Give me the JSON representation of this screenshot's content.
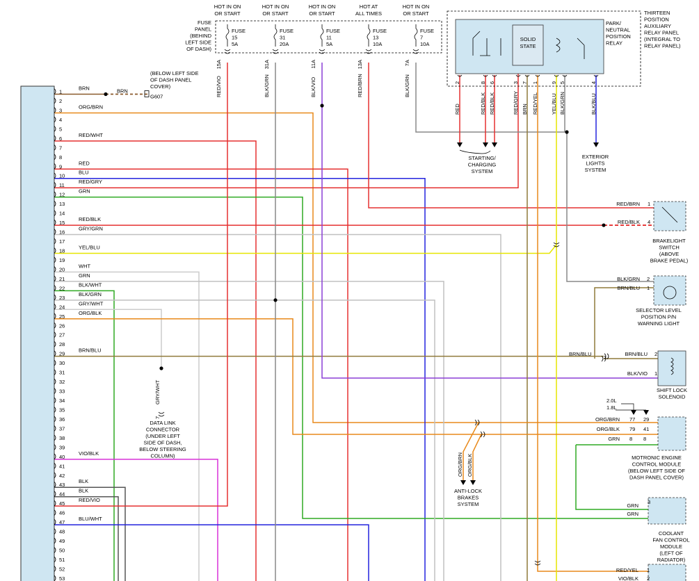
{
  "header": {
    "fuses": [
      {
        "hot": [
          "HOT IN ON",
          "OR START"
        ],
        "fuse": [
          "FUSE",
          "15",
          "5A"
        ],
        "wire": "RED/VIO",
        "pin": "15A"
      },
      {
        "hot": [
          "HOT IN ON",
          "OR START"
        ],
        "fuse": [
          "FUSE",
          "31",
          "20A"
        ],
        "wire": "BLK/GRN",
        "pin": "31A"
      },
      {
        "hot": [
          "HOT IN ON",
          "OR START"
        ],
        "fuse": [
          "FUSE",
          "11",
          "5A"
        ],
        "wire": "BLK/VIO",
        "pin": "11A"
      },
      {
        "hot": [
          "HOT AT",
          "ALL TIMES"
        ],
        "fuse": [
          "FUSE",
          "13",
          "10A"
        ],
        "wire": "RED/BRN",
        "pin": "13A"
      },
      {
        "hot": [
          "HOT IN ON",
          "OR START"
        ],
        "fuse": [
          "FUSE",
          "7",
          "10A"
        ],
        "wire": "BLK/GRN",
        "pin": "7A"
      }
    ],
    "fuse_panel": [
      "FUSE",
      "PANEL",
      "(BEHIND",
      "LEFT SIDE",
      "OF DASH)"
    ],
    "relay_panel": [
      "THIRTEEN",
      "POSITION",
      "AUXILIARY",
      "RELAY PANEL",
      "(INTEGRAL TO",
      "RELAY PANEL)"
    ],
    "relay_name": [
      "PARK/",
      "NEUTRAL",
      "POSITION",
      "RELAY"
    ],
    "solid_state": [
      "SOLID",
      "STATE"
    ]
  },
  "relay_pins": [
    {
      "n": "2",
      "wire": "RED"
    },
    {
      "n": "8",
      "wire": "RED/BLK"
    },
    {
      "n": "6",
      "wire": "RED/BLK"
    },
    {
      "n": "3",
      "wire": "RED/GRY"
    },
    {
      "n": "7",
      "wire": "BRN"
    },
    {
      "n": "1",
      "wire": "RED/YEL"
    },
    {
      "n": "9",
      "wire": "YEL/BLU"
    },
    {
      "n": "5",
      "wire": "BLK/GRN"
    },
    {
      "n": "4",
      "wire": "BLK/BLU"
    }
  ],
  "connector_rows": [
    {
      "n": "1",
      "wire": "BRN"
    },
    {
      "n": "2",
      "wire": ""
    },
    {
      "n": "3",
      "wire": "ORG/BRN"
    },
    {
      "n": "4",
      "wire": ""
    },
    {
      "n": "5",
      "wire": ""
    },
    {
      "n": "6",
      "wire": "RED/WHT"
    },
    {
      "n": "7",
      "wire": ""
    },
    {
      "n": "8",
      "wire": ""
    },
    {
      "n": "9",
      "wire": "RED"
    },
    {
      "n": "10",
      "wire": "BLU"
    },
    {
      "n": "11",
      "wire": "RED/GRY"
    },
    {
      "n": "12",
      "wire": "GRN"
    },
    {
      "n": "13",
      "wire": ""
    },
    {
      "n": "14",
      "wire": ""
    },
    {
      "n": "15",
      "wire": "RED/BLK"
    },
    {
      "n": "16",
      "wire": "GRY/GRN"
    },
    {
      "n": "17",
      "wire": ""
    },
    {
      "n": "18",
      "wire": "YEL/BLU"
    },
    {
      "n": "19",
      "wire": ""
    },
    {
      "n": "20",
      "wire": "WHT"
    },
    {
      "n": "21",
      "wire": "GRN"
    },
    {
      "n": "22",
      "wire": "BLK/WHT"
    },
    {
      "n": "23",
      "wire": "BLK/GRN"
    },
    {
      "n": "24",
      "wire": "GRY/WHT"
    },
    {
      "n": "25",
      "wire": "ORG/BLK"
    },
    {
      "n": "26",
      "wire": ""
    },
    {
      "n": "27",
      "wire": ""
    },
    {
      "n": "28",
      "wire": ""
    },
    {
      "n": "29",
      "wire": "BRN/BLU"
    },
    {
      "n": "30",
      "wire": ""
    },
    {
      "n": "31",
      "wire": ""
    },
    {
      "n": "32",
      "wire": ""
    },
    {
      "n": "33",
      "wire": ""
    },
    {
      "n": "34",
      "wire": ""
    },
    {
      "n": "35",
      "wire": ""
    },
    {
      "n": "36",
      "wire": ""
    },
    {
      "n": "37",
      "wire": ""
    },
    {
      "n": "38",
      "wire": ""
    },
    {
      "n": "39",
      "wire": ""
    },
    {
      "n": "40",
      "wire": "VIO/BLK"
    },
    {
      "n": "41",
      "wire": ""
    },
    {
      "n": "42",
      "wire": ""
    },
    {
      "n": "43",
      "wire": "BLK"
    },
    {
      "n": "44",
      "wire": "BLK"
    },
    {
      "n": "45",
      "wire": "RED/VIO"
    },
    {
      "n": "46",
      "wire": ""
    },
    {
      "n": "47",
      "wire": "BLU/WHT"
    },
    {
      "n": "48",
      "wire": ""
    },
    {
      "n": "49",
      "wire": ""
    },
    {
      "n": "50",
      "wire": ""
    },
    {
      "n": "51",
      "wire": ""
    },
    {
      "n": "52",
      "wire": ""
    },
    {
      "n": "53",
      "wire": ""
    }
  ],
  "labels": {
    "brn_mid": "BRN",
    "ground_name": "G607",
    "ground_note": [
      "(BELOW LEFT SIDE",
      "OF DASH PANEL",
      "COVER)"
    ],
    "starting_charging": [
      "STARTING/",
      "CHARGING",
      "SYSTEM"
    ],
    "exterior_lights": [
      "EXTERIOR",
      "LIGHTS",
      "SYSTEM"
    ],
    "brakelight": {
      "pins": [
        {
          "wire": "RED/BRN",
          "n": "1"
        },
        {
          "wire": "RED/BLK",
          "n": "4"
        }
      ],
      "name": [
        "BRAKELIGHT",
        "SWITCH",
        "(ABOVE",
        "BRAKE PEDAL)"
      ]
    },
    "selector": {
      "pins": [
        {
          "wire": "BLK/GRN",
          "n": "2"
        },
        {
          "wire": "BRN/BLU",
          "n": "1"
        }
      ],
      "name": [
        "SELECTOR LEVEL",
        "POSITION P/N",
        "WARNING LIGHT"
      ]
    },
    "shift_lock": {
      "brn_left": "BRN/BLU",
      "pins": [
        {
          "wire": "BRN/BLU",
          "n": "2"
        },
        {
          "wire": "BLK/VIO",
          "n": "1"
        }
      ],
      "name": [
        "SHIFT LOCK",
        "SOLENOID"
      ]
    },
    "motronic": {
      "engines": [
        "2.0L",
        "1.8L"
      ],
      "rows": [
        {
          "wire": "ORG/BRN",
          "a": "77",
          "b": "29"
        },
        {
          "wire": "ORG/BLK",
          "a": "79",
          "b": "41"
        },
        {
          "wire": "GRN",
          "a": "8",
          "b": "8"
        }
      ],
      "name": [
        "MOTRONIC ENGINE",
        "CONTROL MODULE",
        "(BELOW LEFT SIDE OF",
        "DASH PANEL COVER)"
      ]
    },
    "coolant_fan": {
      "pin": "3",
      "wires": [
        "GRN",
        "GRN"
      ],
      "name": [
        "COOLANT",
        "FAN CONTROL",
        "MODULE",
        "(LEFT OF",
        "RADIATOR)"
      ]
    },
    "bottom_right": [
      {
        "wire": "RED/YEL",
        "n": "1"
      },
      {
        "wire": "VIO/BLK",
        "n": "2"
      }
    ],
    "anti_lock": {
      "wires": [
        "ORG/BRN",
        "ORG/BLK"
      ],
      "name": [
        "ANTI-LOCK",
        "BRAKES",
        "SYSTEM"
      ]
    },
    "dlc": {
      "wire": "GRY/WHT",
      "pin": "7",
      "name": [
        "DATA LINK",
        "CONNECTOR",
        "(UNDER LEFT",
        "SIDE OF DASH,",
        "BELOW STEERING",
        "COLUMN)"
      ]
    }
  },
  "colors": {
    "brn": "#8a5a2b",
    "org": "#e8891a",
    "red": "#e53030",
    "blu": "#2222dd",
    "grn": "#2faa22",
    "gry": "#c0c0c0",
    "yel": "#e6e600",
    "wht": "#cccccc",
    "blk": "#555555",
    "vio": "#8a3fd6",
    "mag": "#d830d8",
    "olive": "#8f7a3a",
    "conn": "#cfe6f2",
    "dash": "#444444"
  }
}
